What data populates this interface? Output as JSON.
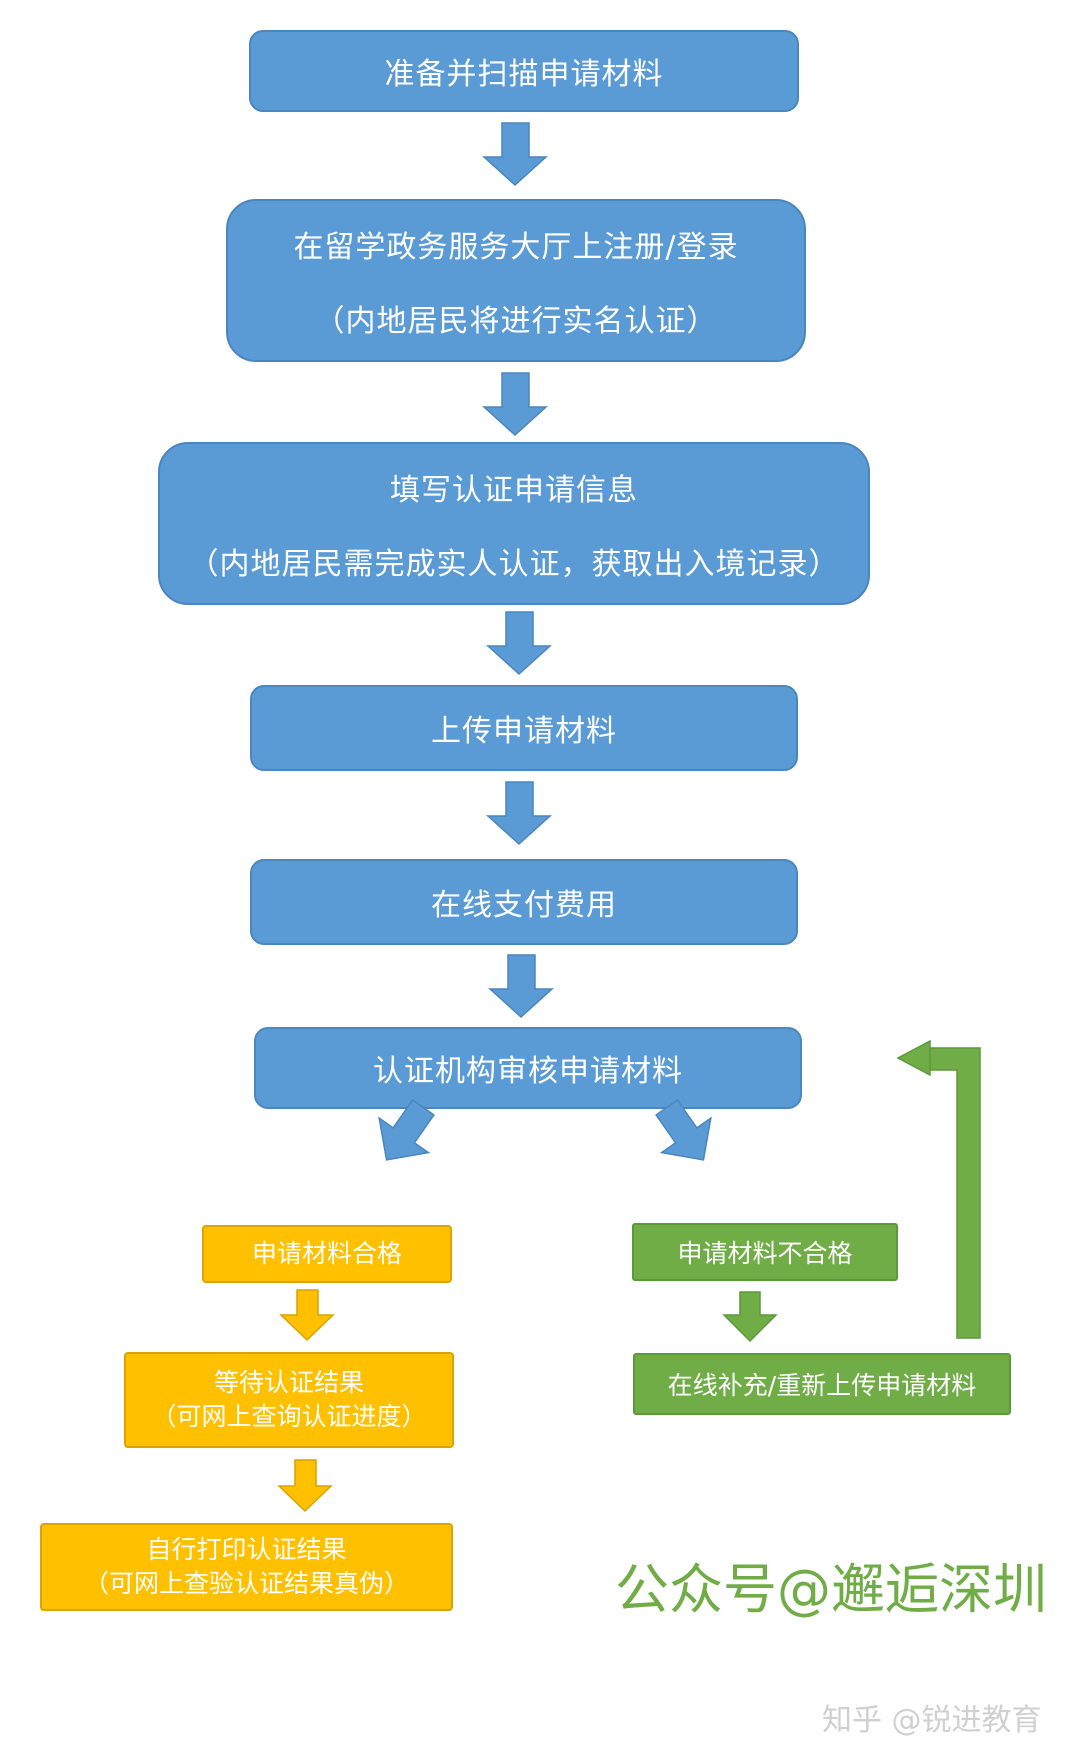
{
  "steps": {
    "s1": "准备并扫描申请材料",
    "s2_line1": "在留学政务服务大厅上注册/登录",
    "s2_line2": "（内地居民将进行实名认证）",
    "s3_line1": "填写认证申请信息",
    "s3_line2": "（内地居民需完成实人认证，获取出入境记录）",
    "s4": "上传申请材料",
    "s5": "在线支付费用",
    "s6": "认证机构审核申请材料"
  },
  "pass_branch": {
    "result": "申请材料合格",
    "wait_line1": "等待认证结果",
    "wait_line2": "（可网上查询认证进度）",
    "print_line1": "自行打印认证结果",
    "print_line2": "（可网上查验认证结果真伪）"
  },
  "fail_branch": {
    "result": "申请材料不合格",
    "resubmit": "在线补充/重新上传申请材料"
  },
  "watermark": "公众号@邂逅深圳",
  "footer": "知乎 @锐进教育",
  "colors": {
    "blue": "#5b9bd5",
    "yellow": "#ffc000",
    "green": "#70ad47"
  }
}
